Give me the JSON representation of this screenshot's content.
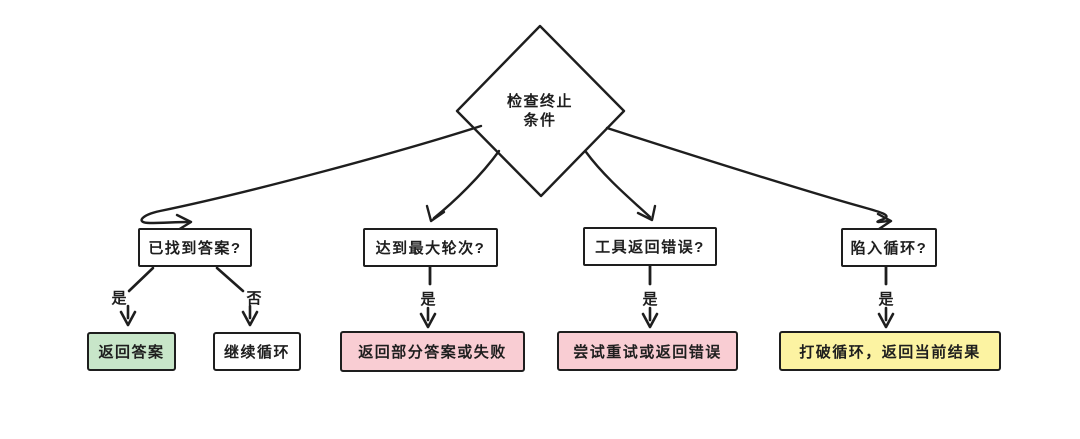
{
  "colors": {
    "stroke": "#1e1e1e",
    "background": "#ffffff",
    "green": "#c8e6c9",
    "white": "#ffffff",
    "pink": "#f9cdd3",
    "yellow": "#fcf3a2"
  },
  "root": {
    "line1": "检查终止",
    "line2": "条件"
  },
  "branches": [
    {
      "question": "已找到答案?",
      "edges": [
        {
          "label": "是",
          "result": "返回答案",
          "color": "#c8e6c9"
        },
        {
          "label": "否",
          "result": "继续循环",
          "color": "#ffffff"
        }
      ]
    },
    {
      "question": "达到最大轮次?",
      "edges": [
        {
          "label": "是",
          "result": "返回部分答案或失败",
          "color": "#f9cdd3"
        }
      ]
    },
    {
      "question": "工具返回错误?",
      "edges": [
        {
          "label": "是",
          "result": "尝试重试或返回错误",
          "color": "#f9cdd3"
        }
      ]
    },
    {
      "question": "陷入循环?",
      "edges": [
        {
          "label": "是",
          "result": "打破循环，返回当前结果",
          "color": "#fcf3a2"
        }
      ]
    }
  ]
}
